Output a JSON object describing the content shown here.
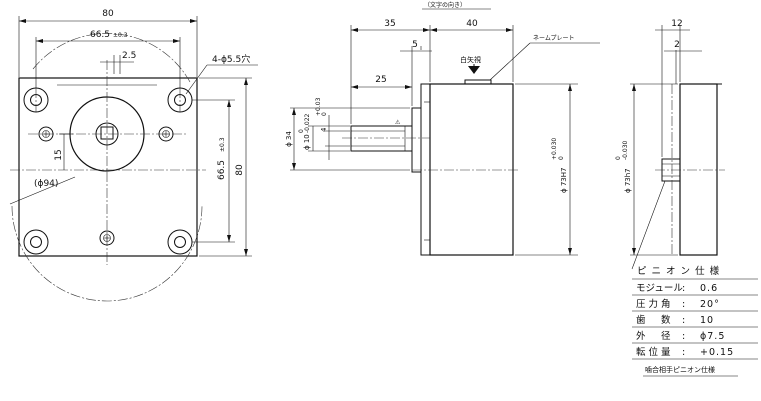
{
  "front_view": {
    "dim_width": "80",
    "dim_hole_pitch": "66.5",
    "dim_hole_pitch_tol": "±0.3",
    "dim_offset": "2.5",
    "dim_hole_spec": "4-ϕ5.5穴",
    "dim_height": "80",
    "dim_hole_pitch_v": "66.5",
    "dim_hole_pitch_v_tol": "±0.3",
    "dim_15": "15",
    "dim_pcd": "(ϕ94)"
  },
  "side_view": {
    "orientation_note": "（文字の向き）",
    "dim_35": "35",
    "dim_40": "40",
    "dim_5": "5",
    "dim_25": "25",
    "nameplate_label": "ネームプレート",
    "arrow_label": "白矢視",
    "dim_shaft_dia": "ϕ 34",
    "dim_shaft_fit": "ϕ 10",
    "dim_shaft_fit_tol_upper": "0",
    "dim_shaft_fit_tol_lower": "-0.022",
    "dim_key": "4",
    "dim_key_tol_upper": "+0.03",
    "dim_key_tol_lower": "0",
    "dim_body_dia": "ϕ 73H7",
    "dim_body_dia_tol_upper": "+0.030",
    "dim_body_dia_tol_lower": "0"
  },
  "right_view": {
    "dim_12": "12",
    "dim_2": "2",
    "dim_body_dia": "ϕ 73h7",
    "dim_body_dia_tol_upper": "0",
    "dim_body_dia_tol_lower": "-0.030"
  },
  "pinion_spec": {
    "title": "ピ ニ オ ン 仕 様",
    "rows": [
      {
        "label": "モジュール",
        "sep": ":",
        "value": "0.6"
      },
      {
        "label": "圧 力 角",
        "sep": ":",
        "value": "20°"
      },
      {
        "label": "歯 　 数",
        "sep": ":",
        "value": "10"
      },
      {
        "label": "外 　 径",
        "sep": ":",
        "value": "ϕ7.5"
      },
      {
        "label": "転 位 量",
        "sep": ":",
        "value": "+0.15"
      }
    ],
    "footer": "噛合相手ピニオン仕様"
  }
}
